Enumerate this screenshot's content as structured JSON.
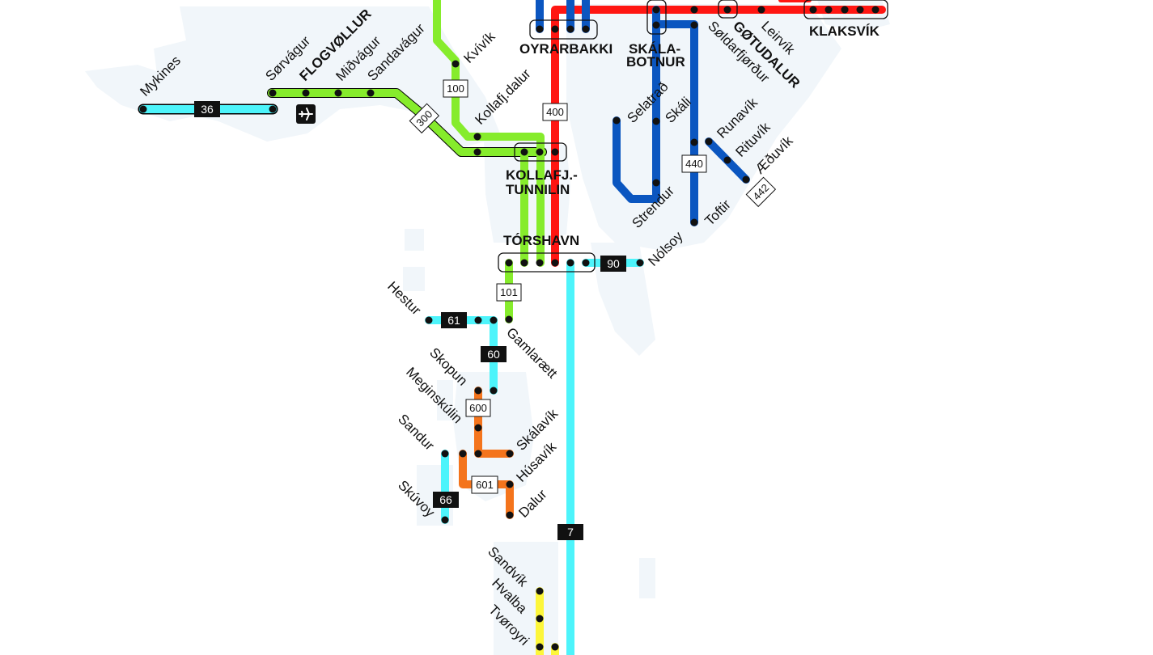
{
  "colors": {
    "land": "#f1f6fa",
    "cyan": "#4df4fb",
    "green": "#86ec2c",
    "blue": "#0b56c0",
    "red": "#ff1612",
    "orange": "#f4741c",
    "yellow": "#fdf63a",
    "stop": "#111111"
  },
  "routes": {
    "r36": "36",
    "r100": "100",
    "r300": "300",
    "r400": "400",
    "r440": "440",
    "r442": "442",
    "r90": "90",
    "r101": "101",
    "r61": "61",
    "r60": "60",
    "r600": "600",
    "r601": "601",
    "r66": "66",
    "r7": "7"
  },
  "places": {
    "mykines": "Mykines",
    "sorvagur": "Sørvágur",
    "flogvollur": "FLOGVØLLUR",
    "midvagur": "Miðvágur",
    "sandavagur": "Sandavágur",
    "kvivik": "Kvívík",
    "kollafjdalur": "Kollafj.dalur",
    "oyrarbakki": "OYRARBAKKI",
    "skalabotnur": "SKÁLA-\nBOTNUR",
    "soldarfjordur": "Søldarfjørður",
    "gotudalur": "GØTUDALUR",
    "leirvik": "Leirvík",
    "klaksvik": "KLAKSVÍK",
    "selatrad": "Selatrað",
    "skali": "Skáli",
    "runavik": "Runavík",
    "rituvik": "Rituvík",
    "aeduvik": "Æðuvík",
    "kollafjtunnilin": "KOLLAFJ.-\nTUNNILIN",
    "strendur": "Strendur",
    "toftir": "Toftir",
    "torshavn": "TÓRSHAVN",
    "nolsoy": "Nólsoy",
    "hestur": "Hestur",
    "gamlaraett": "Gamlarætt",
    "skopun": "Skopun",
    "meginskulin": "Meginskúlin",
    "skalavik": "Skálavík",
    "sandur": "Sandur",
    "husavik": "Húsavík",
    "skuvoy": "Skúvoy",
    "dalur": "Dalur",
    "sandvik": "Sandvík",
    "hvalba": "Hvalba",
    "tvoroyri": "Tvøroyri"
  },
  "icons": {
    "airport": "airplane-icon"
  }
}
